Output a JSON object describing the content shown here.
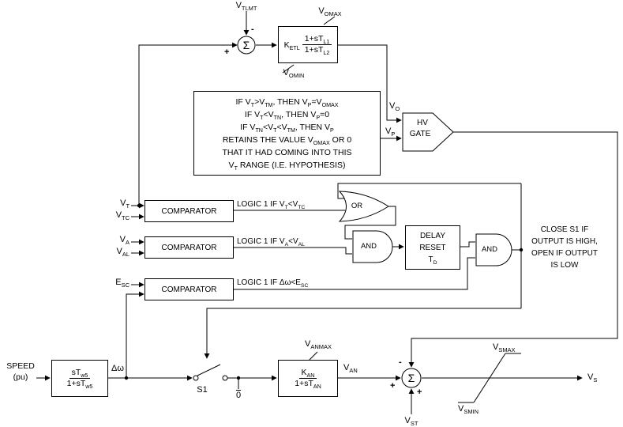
{
  "labels": {
    "v_tlmt": "V<sub>TLMT</sub>",
    "v_omax": "V<sub>OMAX</sub>",
    "v_omin": "V<sub>OMIN</sub>",
    "v_o": "V<sub>O</sub>",
    "v_p": "V<sub>P</sub>",
    "v_t": "V<sub>T</sub>",
    "v_tc": "V<sub>TC</sub>",
    "v_a": "V<sub>A</sub>",
    "v_al": "V<sub>AL</sub>",
    "e_sc": "E<sub>SC</sub>",
    "delta_omega": "Δω",
    "speed_line1": "SPEED",
    "speed_line2": "(pu)",
    "s1": "S1",
    "zero": "0",
    "v_anmax": "V<sub>ANMAX</sub>",
    "v_an": "V<sub>AN</sub>",
    "v_st": "V<sub>ST</sub>",
    "v_smax": "V<sub>SMAX</sub>",
    "v_smin": "V<sub>SMIN</sub>",
    "v_s": "V<sub>S</sub>",
    "sigma": "Σ",
    "plus": "+",
    "minus": "-"
  },
  "blocks": {
    "ketl": {
      "gain": "K<sub>ETL</sub>",
      "num": "1+sT<sub>L1</sub>",
      "den": "1+sT<sub>L2</sub>"
    },
    "washout": {
      "num": "sT<sub>w5</sub>",
      "den": "1+sT<sub>w5</sub>"
    },
    "kan": {
      "num": "K<sub>AN</sub>",
      "den": "1+sT<sub>AN</sub>"
    },
    "delay": {
      "line1": "DELAY",
      "line2": "RESET",
      "line3": "T<sub>D</sub>"
    },
    "comparator": "COMPARATOR",
    "hv_gate_line1": "HV",
    "hv_gate_line2": "GATE"
  },
  "hypothesis_box": {
    "lines": [
      "IF V<sub>T</sub>&gt;V<sub>TM</sub>, THEN V<sub>P</sub>=V<sub>OMAX</sub>",
      "IF V<sub>T</sub>&lt;V<sub>TN</sub>, THEN V<sub>P</sub>=0",
      "IF V<sub>TN</sub>&lt;V<sub>T</sub>&lt;V<sub>TM</sub>, THEN V<sub>P</sub>",
      "RETAINS THE VALUE V<sub>OMAX</sub> OR 0",
      "THAT IT HAD COMING INTO THIS",
      "V<sub>T</sub> RANGE (I.E. HYPOTHESIS)"
    ]
  },
  "logic": {
    "c1_out": "LOGIC 1 IF V<sub>T</sub>&lt;V<sub>TC</sub>",
    "c2_out": "LOGIC 1 IF V<sub>A</sub>&lt;V<sub>AL</sub>",
    "c3_out": "LOGIC 1 IF Δω&lt;E<sub>SC</sub>",
    "or": "OR",
    "and1": "AND",
    "and2": "AND",
    "note_lines": [
      "CLOSE S1 IF",
      "OUTPUT IS HIGH,",
      "OPEN IF OUTPUT",
      "IS LOW"
    ]
  },
  "colors": {
    "line": "#000000",
    "background": "#ffffff"
  }
}
